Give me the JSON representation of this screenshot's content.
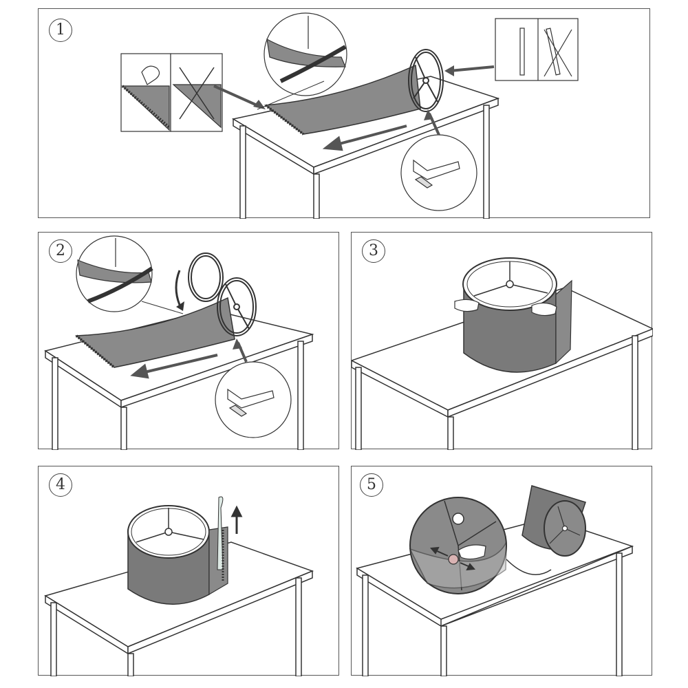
{
  "steps": [
    {
      "number": "1"
    },
    {
      "number": "2"
    },
    {
      "number": "3"
    },
    {
      "number": "4"
    },
    {
      "number": "5"
    }
  ],
  "colors": {
    "shade": "#8a8a8a",
    "shade_dark": "#7a7a7a",
    "line": "#333333",
    "arrow": "#555555",
    "paper": "#ffffff"
  },
  "icons": [
    "table-icon",
    "lampshade-panel-icon",
    "ring-frame-icon",
    "hand-icon",
    "arrow-icon",
    "x-mark-icon",
    "magnifier-circle-icon"
  ]
}
